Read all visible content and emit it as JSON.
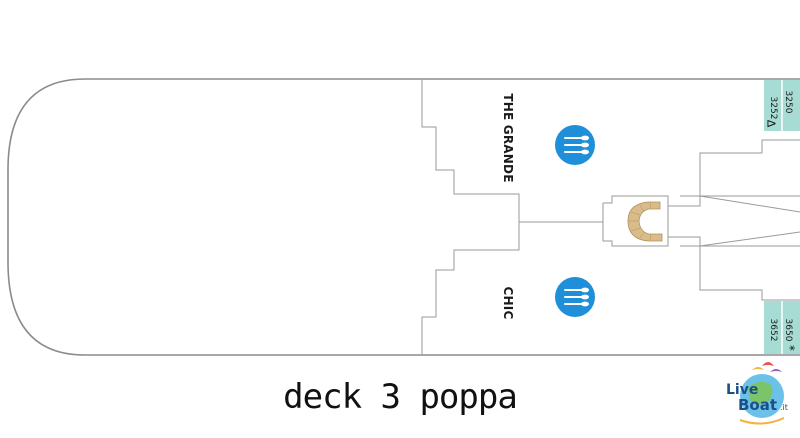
{
  "caption": "deck 3 poppa",
  "venues": [
    {
      "name": "THE GRANDE",
      "icon": "dining-icon"
    },
    {
      "name": "CHIC",
      "icon": "dining-icon"
    }
  ],
  "cabins": {
    "c3250": "3250",
    "c3252": "3252",
    "c3650": "3650",
    "c3652": "3652"
  },
  "cabin_marks": {
    "m3252": "Δ",
    "m3650": "*"
  },
  "logo": {
    "brand": "Live Boat",
    "suffix": ".it"
  },
  "colors": {
    "outline": "#8c8c8c",
    "icon_blue": "#1e8fd8",
    "cabin_teal": "#a6dcd3",
    "stair_tan": "#d9bc8a"
  }
}
